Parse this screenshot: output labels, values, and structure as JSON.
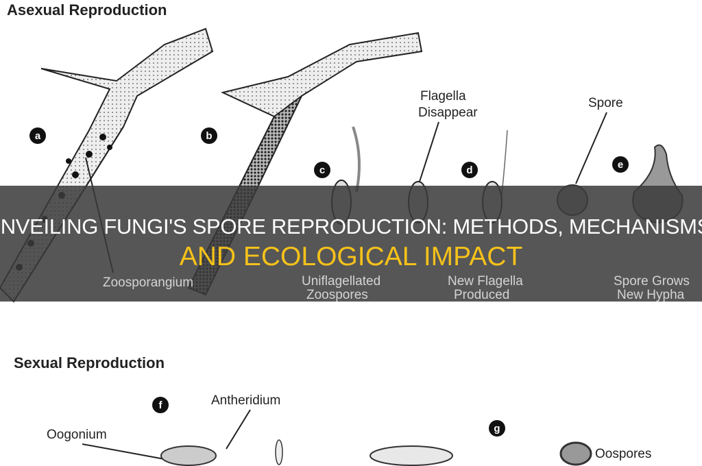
{
  "diagram": {
    "asexual_heading": "Asexual Reproduction",
    "sexual_heading": "Sexual Reproduction",
    "badges": [
      "a",
      "b",
      "c",
      "d",
      "e",
      "f",
      "g"
    ],
    "labels": {
      "zoosporangium": "Zoosporangium",
      "flagella_disappear_1": "Flagella",
      "flagella_disappear_2": "Disappear",
      "spore": "Spore",
      "zoospores_1": "Uniflagellated",
      "zoospores_2": "Zoospores",
      "new_flagella_1": "New Flagella",
      "new_flagella_2": "Produced",
      "spore_grows_1": "Spore Grows",
      "spore_grows_2": "New Hypha",
      "antheridium": "Antheridium",
      "oogonium": "Oogonium",
      "oospores": "Oospores"
    }
  },
  "banner": {
    "title_line1": "UNVEILING FUNGI'S SPORE REPRODUCTION: METHODS, MECHANISMS,",
    "title_line2": "AND ECOLOGICAL IMPACT",
    "line1_color": "#ffffff",
    "line2_color": "#f6c21a"
  }
}
